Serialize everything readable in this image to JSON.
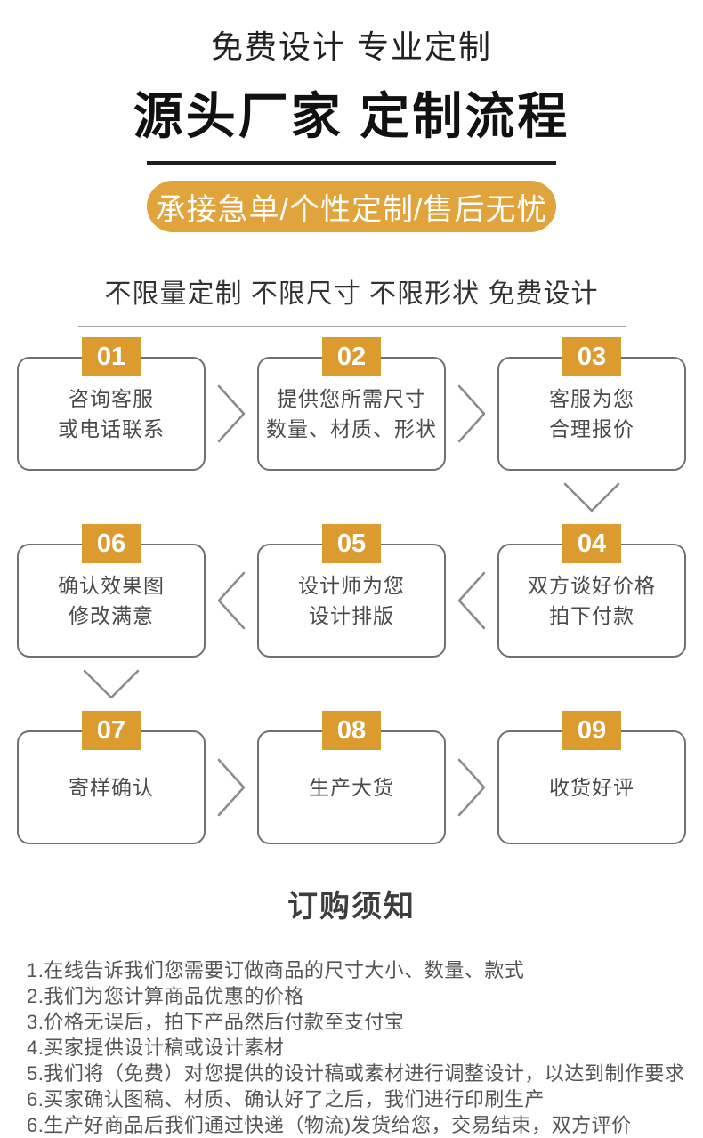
{
  "header": {
    "tagline": "免费设计 专业定制",
    "title": "源头厂家 定制流程",
    "banner": "承接急单/个性定制/售后无忧",
    "subtitle": "不限量定制 不限尺寸 不限形状 免费设计"
  },
  "colors": {
    "banner_pill": "#E1A33C",
    "step_badge": "#DB9B2E",
    "box_border": "#707070",
    "arrow": "#8A8A8A",
    "title_text": "#111111",
    "body_text": "#4A4A4A"
  },
  "flow": {
    "steps": [
      {
        "num": "01",
        "lines": [
          "咨询客服",
          "或电话联系"
        ]
      },
      {
        "num": "02",
        "lines": [
          "提供您所需尺寸",
          "数量、材质、形状"
        ]
      },
      {
        "num": "03",
        "lines": [
          "客服为您",
          "合理报价"
        ]
      },
      {
        "num": "04",
        "lines": [
          "双方谈好价格",
          "拍下付款"
        ]
      },
      {
        "num": "05",
        "lines": [
          "设计师为您",
          "设计排版"
        ]
      },
      {
        "num": "06",
        "lines": [
          "确认效果图",
          "修改满意"
        ]
      },
      {
        "num": "07",
        "lines": [
          "寄样确认"
        ]
      },
      {
        "num": "08",
        "lines": [
          "生产大货"
        ]
      },
      {
        "num": "09",
        "lines": [
          "收货好评"
        ]
      }
    ]
  },
  "notes": {
    "title": "订购须知",
    "items": [
      "1.在线告诉我们您需要订做商品的尺寸大小、数量、款式",
      "2.我们为您计算商品优惠的价格",
      "3.价格无误后，拍下产品然后付款至支付宝",
      "4.买家提供设计稿或设计素材",
      "5.我们将（免费）对您提供的设计稿或素材进行调整设计，以达到制作要求",
      "6.买家确认图稿、材质、确认好了之后，我们进行印刷生产",
      "6.生产好商品后我们通过快递（物流)发货给您，交易结束，双方评价"
    ]
  }
}
